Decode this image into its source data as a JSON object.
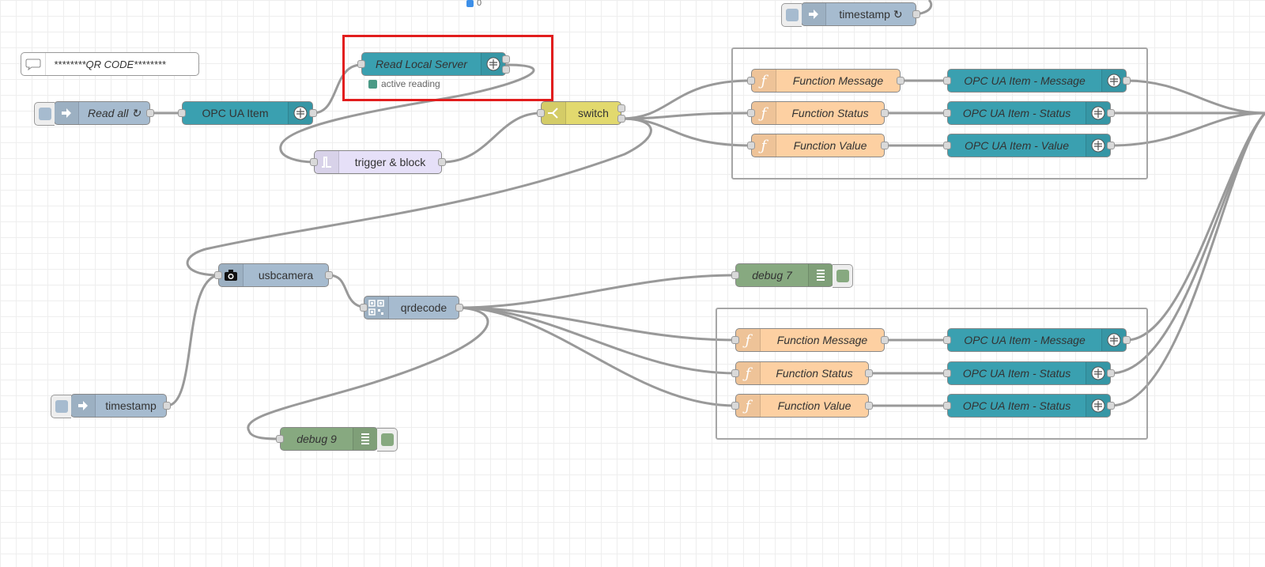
{
  "canvas": {
    "top_marker": "0",
    "comment": {
      "label": "********QR CODE********",
      "icon": "comment-icon"
    }
  },
  "nodes": {
    "read_all": {
      "label": "Read all ↻",
      "type": "inject",
      "icon": "arrow-right-icon"
    },
    "opc_ua_item": {
      "label": "OPC UA Item",
      "type": "opcua-item",
      "icon": "opcua-icon"
    },
    "read_local_server": {
      "label": "Read Local Server",
      "type": "opcua-client",
      "icon": "opcua-icon",
      "status": "active reading",
      "status_color": "#4a9a86"
    },
    "trigger_block": {
      "label": "trigger & block",
      "type": "trigger",
      "icon": "trigger-icon"
    },
    "switch": {
      "label": "switch",
      "type": "switch",
      "icon": "switch-icon"
    },
    "timestamp_top": {
      "label": "timestamp ↻",
      "type": "inject",
      "icon": "arrow-right-icon"
    },
    "usbcamera": {
      "label": "usbcamera",
      "type": "usbcamera",
      "icon": "camera-icon"
    },
    "qrdecode": {
      "label": "qrdecode",
      "type": "qrdecode",
      "icon": "qr-icon"
    },
    "timestamp_bottom": {
      "label": "timestamp",
      "type": "inject",
      "icon": "arrow-right-icon"
    },
    "debug7": {
      "label": "debug 7",
      "type": "debug",
      "icon": "list-icon"
    },
    "debug9": {
      "label": "debug 9",
      "type": "debug",
      "icon": "list-icon"
    }
  },
  "group_top": {
    "functions": [
      {
        "label": "Function Message",
        "icon": "function-icon"
      },
      {
        "label": "Function Status",
        "icon": "function-icon"
      },
      {
        "label": "Function Value",
        "icon": "function-icon"
      }
    ],
    "opc_items": [
      {
        "label": "OPC UA Item - Message",
        "icon": "opcua-icon"
      },
      {
        "label": "OPC UA Item - Status",
        "icon": "opcua-icon"
      },
      {
        "label": "OPC UA Item - Value",
        "icon": "opcua-icon"
      }
    ]
  },
  "group_bottom": {
    "functions": [
      {
        "label": "Function Message",
        "icon": "function-icon"
      },
      {
        "label": "Function Status",
        "icon": "function-icon"
      },
      {
        "label": "Function Value",
        "icon": "function-icon"
      }
    ],
    "opc_items": [
      {
        "label": "OPC UA Item - Message",
        "icon": "opcua-icon"
      },
      {
        "label": "OPC UA Item - Status",
        "icon": "opcua-icon"
      },
      {
        "label": "OPC UA Item - Status",
        "icon": "opcua-icon"
      }
    ]
  },
  "colors": {
    "opcua": "#3aa0b0",
    "inject": "#a6bbcf",
    "function": "#fdd0a2",
    "switch": "#e2d96e",
    "trigger": "#e6e0f8",
    "debug": "#87a980",
    "selection": "#e21d1d",
    "wire": "#999999"
  }
}
